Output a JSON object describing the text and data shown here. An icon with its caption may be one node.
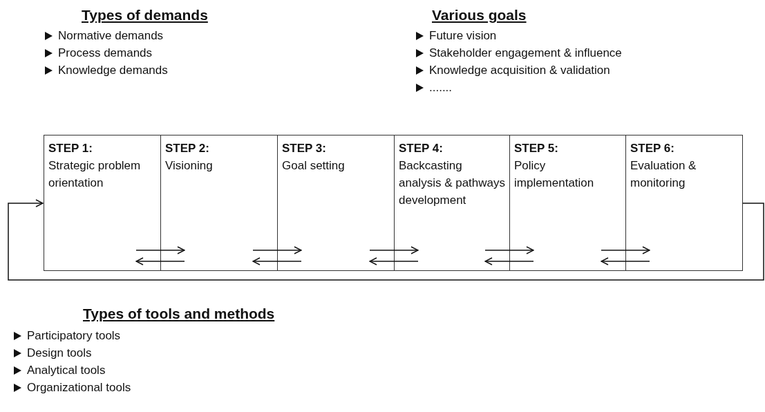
{
  "diagram": {
    "nodes": [
      {
        "text": [
          "STEP 1:",
          "Strategic problem orientation"
        ]
      },
      {
        "text": [
          "STEP 2:",
          "Visioning"
        ]
      },
      {
        "text": [
          "STEP 3:",
          "Goal setting"
        ]
      },
      {
        "text": [
          "STEP 4:",
          "Backcasting analysis & pathways development"
        ]
      },
      {
        "text": [
          "STEP 5:",
          "Policy implementation"
        ]
      },
      {
        "text": [
          "STEP 6:",
          "Evaluation & monitoring"
        ]
      }
    ],
    "edges": [
      {
        "from": 0,
        "to": 1,
        "arrow": "to"
      },
      {
        "from": 1,
        "to": 0,
        "arrow": "to"
      },
      {
        "from": 1,
        "to": 2,
        "arrow": "to"
      },
      {
        "from": 2,
        "to": 1,
        "arrow": "to"
      },
      {
        "from": 2,
        "to": 3,
        "arrow": "to"
      },
      {
        "from": 3,
        "to": 2,
        "arrow": "to"
      },
      {
        "from": 3,
        "to": 4,
        "arrow": "to"
      },
      {
        "from": 4,
        "to": 3,
        "arrow": "to"
      },
      {
        "from": 4,
        "to": 5,
        "arrow": "to"
      },
      {
        "from": 5,
        "to": 4,
        "arrow": "to"
      },
      {
        "from": 5,
        "to": 0,
        "arrow": "to"
      }
    ],
    "labels": [
      "Types of demands",
      "Normative demands",
      "Process demands",
      "Knowledge demands",
      "Various goals",
      "Future vision",
      "Stakeholder engagement & influence",
      "Knowledge acquisition & validation",
      ".......",
      "Types of tools and methods",
      "Participatory tools",
      "Design tools",
      "Analytical tools",
      "Organizational tools"
    ]
  }
}
